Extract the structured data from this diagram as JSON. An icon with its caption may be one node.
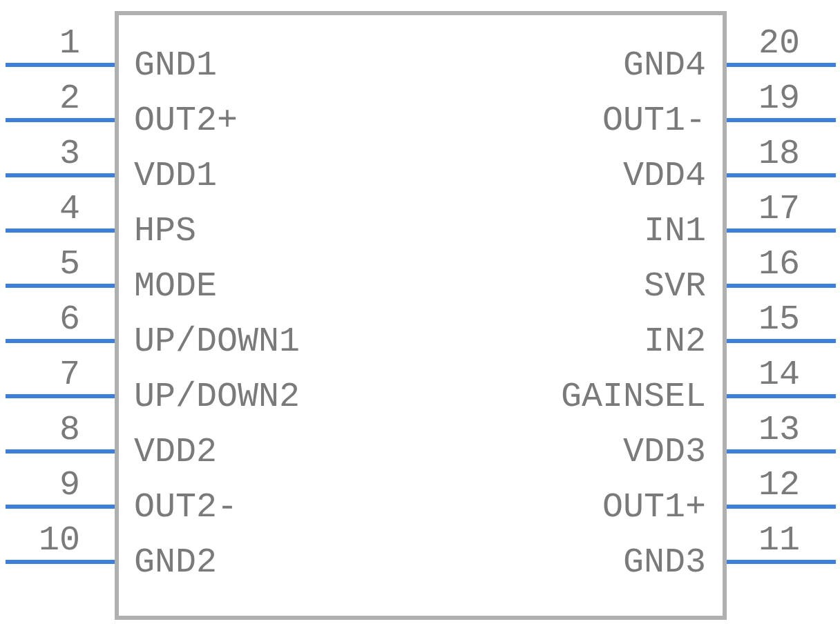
{
  "diagram": {
    "nodes": [
      {
        "text": [],
        "shape": "box"
      },
      {
        "text": [
          "GND1"
        ],
        "in": 0,
        "beside": [
          "1"
        ]
      },
      {
        "text": [
          "GND4"
        ],
        "in": 0,
        "beside": [
          "20"
        ]
      },
      {
        "text": [
          "OUT2+"
        ],
        "in": 0,
        "beside": [
          "2"
        ]
      },
      {
        "text": [
          "OUT1-"
        ],
        "in": 0,
        "beside": [
          "19"
        ]
      },
      {
        "text": [
          "VDD1"
        ],
        "in": 0,
        "beside": [
          "3"
        ]
      },
      {
        "text": [
          "VDD4"
        ],
        "in": 0,
        "beside": [
          "18"
        ]
      },
      {
        "text": [
          "HPS"
        ],
        "in": 0,
        "beside": [
          "4"
        ]
      },
      {
        "text": [
          "IN1"
        ],
        "in": 0,
        "beside": [
          "17"
        ]
      },
      {
        "text": [
          "MODE"
        ],
        "in": 0,
        "beside": [
          "5"
        ]
      },
      {
        "text": [
          "SVR"
        ],
        "in": 0,
        "beside": [
          "16"
        ]
      },
      {
        "text": [
          "UP/DOWN1"
        ],
        "in": 0,
        "beside": [
          "6"
        ]
      },
      {
        "text": [
          "IN2"
        ],
        "in": 0,
        "beside": [
          "15"
        ]
      },
      {
        "text": [
          "UP/DOWN2"
        ],
        "in": 0,
        "beside": [
          "7"
        ]
      },
      {
        "text": [
          "GAINSEL"
        ],
        "in": 0,
        "beside": [
          "14"
        ]
      },
      {
        "text": [
          "VDD2"
        ],
        "in": 0,
        "beside": [
          "8"
        ]
      },
      {
        "text": [
          "VDD3"
        ],
        "in": 0,
        "beside": [
          "13"
        ]
      },
      {
        "text": [
          "OUT2-"
        ],
        "in": 0,
        "beside": [
          "9"
        ]
      },
      {
        "text": [
          "OUT1+"
        ],
        "in": 0,
        "beside": [
          "12"
        ]
      },
      {
        "text": [
          "GND2"
        ],
        "in": 0,
        "beside": [
          "10"
        ]
      },
      {
        "text": [
          "GND3"
        ],
        "in": 0,
        "beside": [
          "11"
        ]
      }
    ]
  }
}
